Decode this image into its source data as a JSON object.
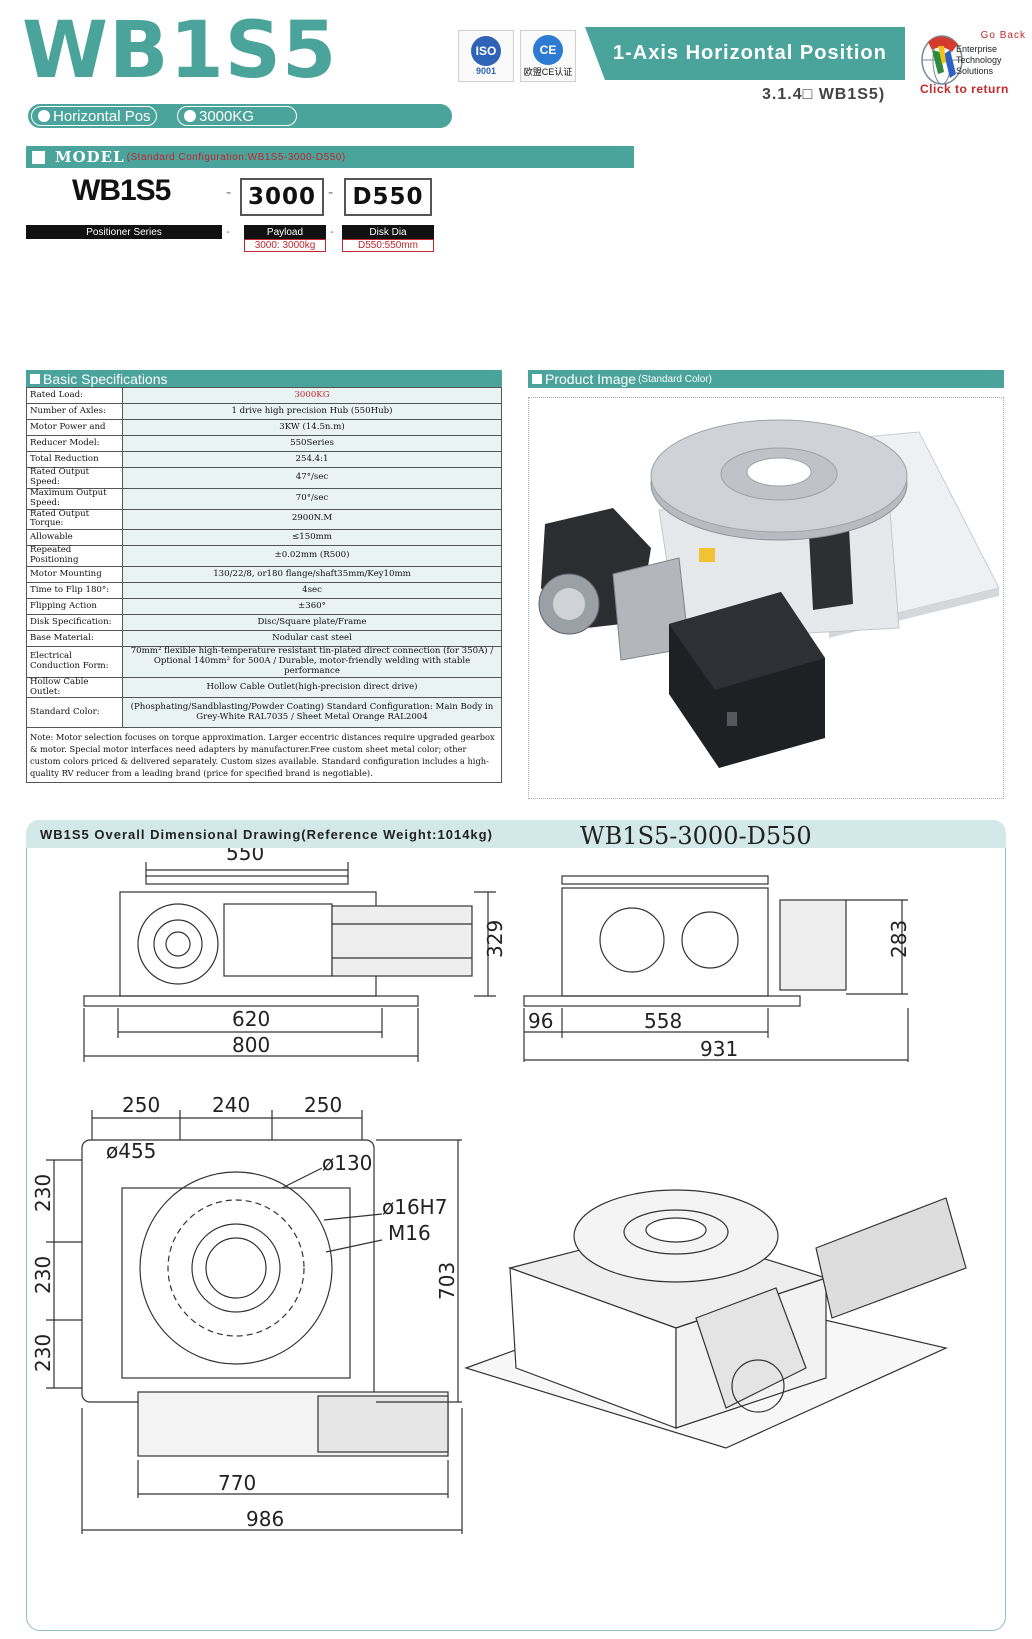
{
  "header": {
    "model_title": "WB1S5",
    "cert_iso_label": "ISO",
    "cert_iso_sub": "9001",
    "cert_ce_label": "CE",
    "cert_ce_caption": "欧盟CE认证",
    "banner_text": "1-Axis Horizontal Position",
    "sub_code": "3.1.4□ WB1S5)",
    "go_back": {
      "top": "Go Back",
      "line1": "Enterprise",
      "line2": "Technology",
      "line3": "Solutions",
      "bottom": "Click to return"
    }
  },
  "tags": [
    "Horizontal Pos",
    "3000KG"
  ],
  "model": {
    "title": "MODEL",
    "config": "(Standard Configuration:WB1S5-3000-D550)",
    "series_code": "WB1S5",
    "series_label": "Positioner Series",
    "payload_code": "3000",
    "payload_label": "Payload",
    "payload_note": "3000: 3000kg",
    "disk_code": "D550",
    "disk_label": "Disk Dia",
    "disk_note": "D550:550mm",
    "dash": "-"
  },
  "specs": {
    "title": "Basic Specifications",
    "rows": [
      {
        "k": "Rated Load:",
        "v": "3000KG"
      },
      {
        "k": "Number of Axles:",
        "v": "1 drive high precision Hub (550Hub)"
      },
      {
        "k": "Motor Power and",
        "v": "3KW (14.5n.m)"
      },
      {
        "k": "Reducer Model:",
        "v": "550Series"
      },
      {
        "k": "Total Reduction",
        "v": "254.4:1"
      },
      {
        "k": "Rated Output Speed:",
        "v": "47°/sec"
      },
      {
        "k": "Maximum Output Speed:",
        "v": "70°/sec"
      },
      {
        "k": "Rated Output Torque:",
        "v": "2900N.M"
      },
      {
        "k": "Allowable",
        "v": "≤150mm"
      },
      {
        "k": "Repeated Positioning",
        "v": "±0.02mm (R500)"
      },
      {
        "k": "Motor Mounting",
        "v": "130/22/8, or180 flange/shaft35mm/Key10mm"
      },
      {
        "k": "Time to Flip 180°:",
        "v": "4sec"
      },
      {
        "k": "Flipping Action",
        "v": "±360°"
      },
      {
        "k": "Disk Specification:",
        "v": "Disc/Square plate/Frame"
      },
      {
        "k": "Base Material:",
        "v": "Nodular cast steel"
      },
      {
        "k": "Electrical Conduction Form:",
        "v": "70mm² flexible high-temperature resistant tin-plated direct connection (for 350A) / Optional 140mm² for 500A / Durable, motor-friendly welding with stable performance"
      },
      {
        "k": "Hollow Cable Outlet:",
        "v": "Hollow Cable Outlet(high-precision direct drive)"
      },
      {
        "k": "Standard Color:",
        "v": "(Phosphating/Sandblasting/Powder Coating) Standard Configuration: Main Body in Grey-White RAL7035 / Sheet Metal Orange RAL2004"
      }
    ],
    "note": "Note: Motor selection focuses on torque approximation. Larger eccentric distances require upgraded gearbox & motor. Special motor interfaces need adapters by manufacturer.Free custom sheet metal color; other custom colors priced & delivered separately. Custom sizes available. Standard configuration includes a high-quality RV reducer from a leading brand (price for specified brand is negotiable)."
  },
  "product_image": {
    "title": "Product Image",
    "subtitle": "(Standard Color)"
  },
  "drawing": {
    "title": "WB1S5 Overall Dimensional Drawing(Reference Weight:1014kg)",
    "model_label": "WB1S5-3000-D550",
    "front": {
      "disk": "550",
      "height": "329",
      "inner": "620",
      "base": "800"
    },
    "side": {
      "height": "283",
      "offset": "96",
      "inner": "558",
      "total": "931"
    },
    "top": {
      "s1": "250",
      "s2": "240",
      "s3": "250",
      "r1": "230",
      "r2": "230",
      "r3": "230",
      "disk": "ø455",
      "bore": "ø130",
      "pin": "ø16H7",
      "thread": "M16",
      "height": "703",
      "width1": "770",
      "width2": "986"
    }
  }
}
